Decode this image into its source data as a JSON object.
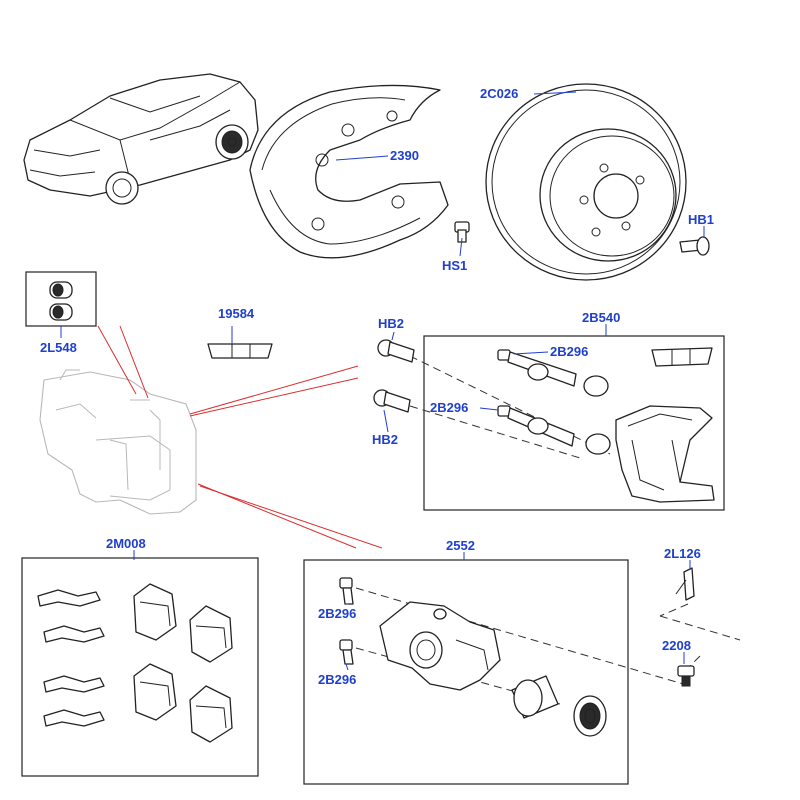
{
  "labels": {
    "rotor": "2C026",
    "shield": "2390",
    "shield_screw": "HS1",
    "rotor_screw": "HB1",
    "bushing_kit": "2L548",
    "grease": "19584",
    "carrier_kit": "2B540",
    "carrier_bolt_top": "HB2",
    "carrier_bolt_bottom": "HB2",
    "guide_pin_top": "2B296",
    "guide_pin_mid": "2B296",
    "pad_kit": "2M008",
    "caliper": "2552",
    "bleed_screw_top": "2B296",
    "bleed_screw_bottom": "2B296",
    "wear_sensor_bracket": "2L126",
    "wear_sensor": "2208"
  },
  "colors": {
    "callout": "#1f3fcf",
    "leader_red": "#d93030",
    "ghost": "#b8b8b8"
  }
}
